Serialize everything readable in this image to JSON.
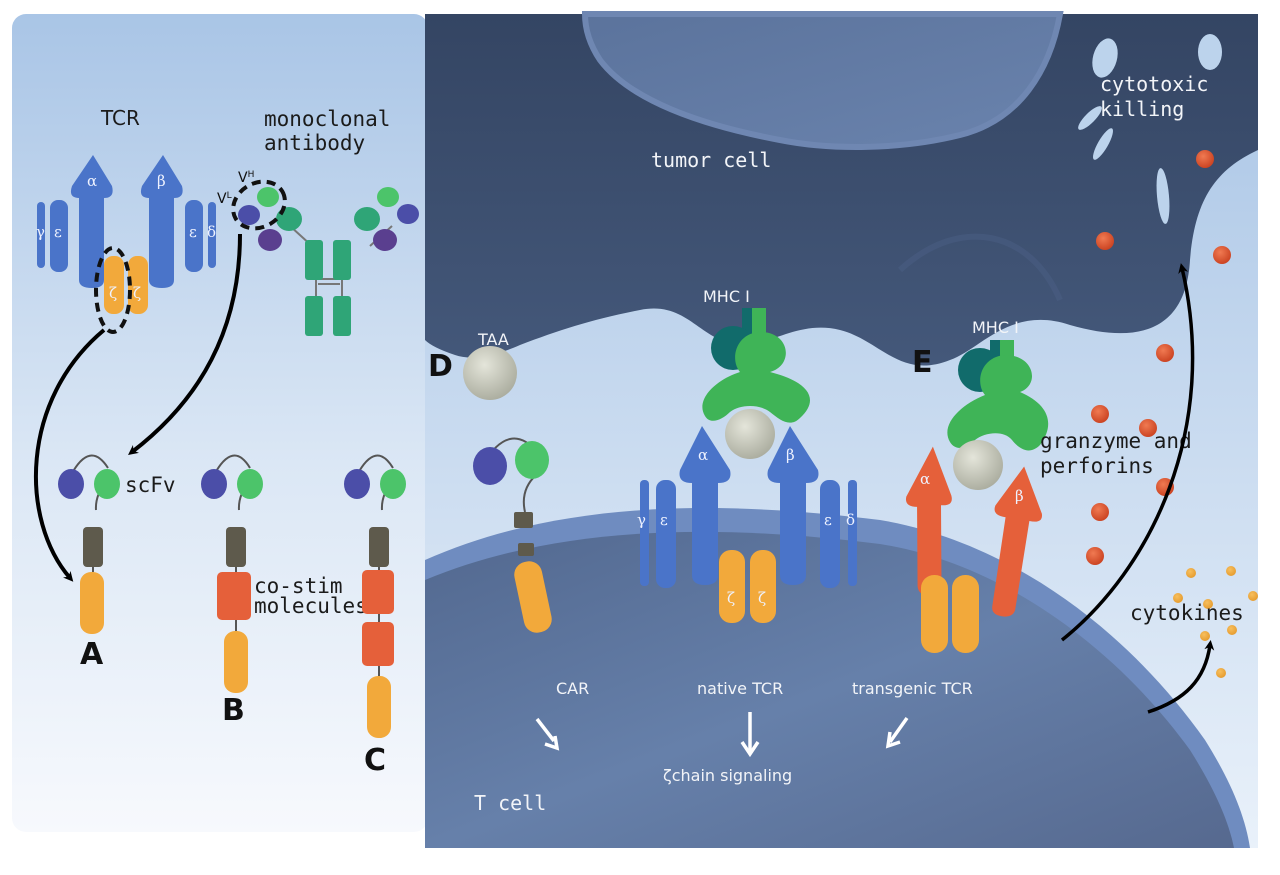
{
  "left_panel": {
    "tcr_title": "TCR",
    "antibody_title_line1": "monoclonal",
    "antibody_title_line2": "antibody",
    "vh_label": "V",
    "vh_sub": "H",
    "vl_label": "V",
    "vl_sub": "L",
    "tcr_chains": {
      "alpha": "α",
      "beta": "β",
      "gamma": "γ",
      "epsilon_left": "ε",
      "epsilon_right": "ε",
      "delta": "δ",
      "zeta_1": "ζ",
      "zeta_2": "ζ"
    },
    "scfv_label": "scFv",
    "costim_line1": "co-stim",
    "costim_line2": "molecules",
    "construct_labels": [
      "A",
      "B",
      "C"
    ]
  },
  "right_panel": {
    "tumor_cell_label": "tumor cell",
    "cytotoxic_line1": "cytotoxic",
    "cytotoxic_line2": "killing",
    "mhc_label_1": "MHC I",
    "mhc_label_2": "MHC I",
    "taa_label": "TAA",
    "panel_letter_d": "D",
    "panel_letter_e": "E",
    "granzyme_line1": "granzyme and",
    "granzyme_line2": "perforins",
    "cytokines_label": "cytokines",
    "native_tcr_chains": {
      "alpha": "α",
      "beta": "β",
      "gamma": "γ",
      "epsilon_left": "ε",
      "epsilon_right": "ε",
      "delta": "δ",
      "zeta_1": "ζ",
      "zeta_2": "ζ"
    },
    "transgenic_tcr_chains": {
      "alpha": "α",
      "beta": "β"
    },
    "signal_sources": [
      "CAR",
      "native TCR",
      "transgenic TCR"
    ],
    "signal_target": "ζchain signaling",
    "t_cell_label": "T cell"
  },
  "colors": {
    "tcr_blue": "#4a74c9",
    "zeta_orange": "#f2a93b",
    "costim_red": "#e5603a",
    "vh_green": "#4cc46a",
    "vl_indigo": "#4b4ea8",
    "antibody_teal": "#2fa577",
    "light_chain_purple": "#5a3f8f",
    "transmembrane_gray": "#5e5a4c",
    "antigen_gray": "#c9cabd",
    "mhc_green": "#3fb457",
    "mhc_teal": "#116b6b",
    "tumor_cell": "#3a4a66",
    "t_cell": "#5f77a0",
    "granule_red": "#e2532e",
    "cytokine_orange": "#f0a43a"
  }
}
